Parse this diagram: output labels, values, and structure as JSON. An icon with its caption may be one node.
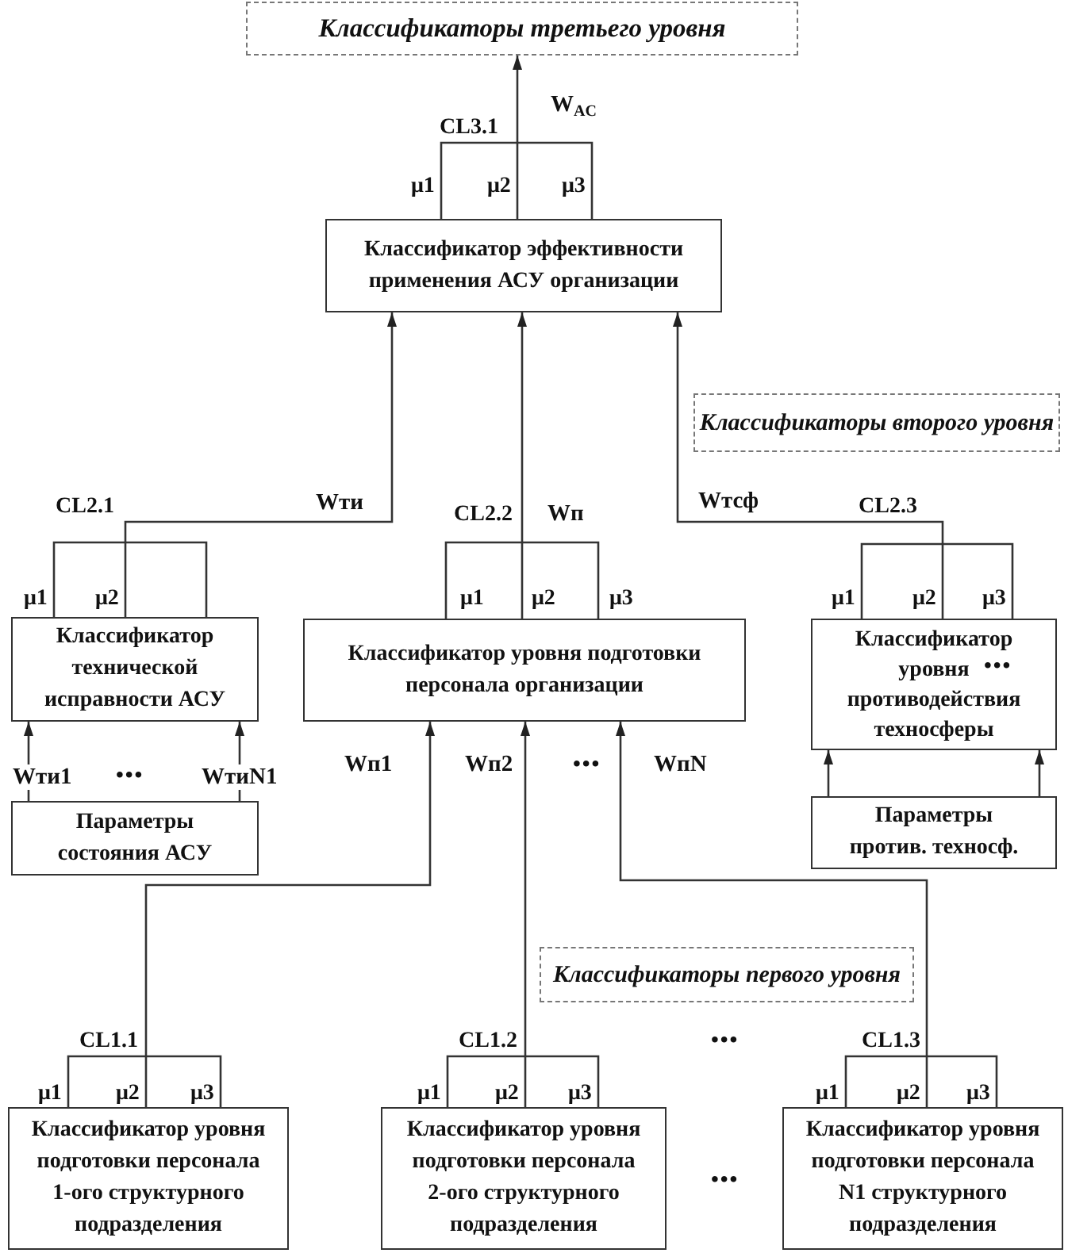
{
  "diagram": {
    "nodes": [
      {
        "text": [
          "Классификаторы третьего уровня"
        ]
      },
      {
        "text": [
          "Классификатор эффективности применения АСУ организации"
        ]
      },
      {
        "text": [
          "Классификаторы второго уровня"
        ]
      },
      {
        "text": [
          "Классификатор технической исправности АСУ"
        ]
      },
      {
        "text": [
          "Классификатор уровня подготовки персонала организации"
        ]
      },
      {
        "text": [
          "Классификатор уровня противодействия техносферы"
        ]
      },
      {
        "text": [
          "Параметры состояния АСУ"
        ]
      },
      {
        "text": [
          "Параметры против. техносф."
        ]
      },
      {
        "text": [
          "Классификаторы первого уровня"
        ]
      },
      {
        "text": [
          "Классификатор уровня подготовки персонала 1-ого структурного подразделения"
        ]
      },
      {
        "text": [
          "Классификатор уровня подготовки персонала 2-ого структурного подразделения"
        ]
      },
      {
        "text": [
          "Классификатор уровня подготовки персонала N1 структурного подразделения"
        ]
      }
    ],
    "edges": [
      {
        "from": 1,
        "to": 0,
        "arrow": "to",
        "label": "W$_{AC}$"
      },
      {
        "from": 3,
        "to": 1,
        "arrow": "to",
        "label": "Wти"
      },
      {
        "from": 4,
        "to": 1,
        "arrow": "to",
        "label": "Wп"
      },
      {
        "from": 5,
        "to": 1,
        "arrow": "to",
        "label": "Wтсф"
      },
      {
        "from": 6,
        "to": 3,
        "arrow": "to",
        "label": "Wти1"
      },
      {
        "from": 6,
        "to": 3,
        "arrow": "to",
        "label": "WтиN1"
      },
      {
        "from": 9,
        "to": 4,
        "arrow": "to",
        "label": "Wп1"
      },
      {
        "from": 10,
        "to": 4,
        "arrow": "to",
        "label": "Wп2"
      },
      {
        "from": 11,
        "to": 4,
        "arrow": "to",
        "label": "WпN"
      },
      {
        "from": 7,
        "to": 5,
        "arrow": "to"
      },
      {
        "from": 7,
        "to": 5,
        "arrow": "to"
      }
    ],
    "labels": [
      "CL3.1",
      "μ1",
      "μ2",
      "μ3",
      "CL2.1",
      "CL2.2",
      "CL2.3",
      "μ1",
      "μ2",
      "μ1",
      "μ2",
      "μ3",
      "μ1",
      "μ2",
      "μ3",
      "•••",
      "•••",
      "•••",
      "CL1.1",
      "CL1.2",
      "•••",
      "CL1.3",
      "μ1",
      "μ2",
      "μ3",
      "μ1",
      "μ2",
      "μ3",
      "μ1",
      "μ2",
      "μ3",
      "•••"
    ]
  }
}
